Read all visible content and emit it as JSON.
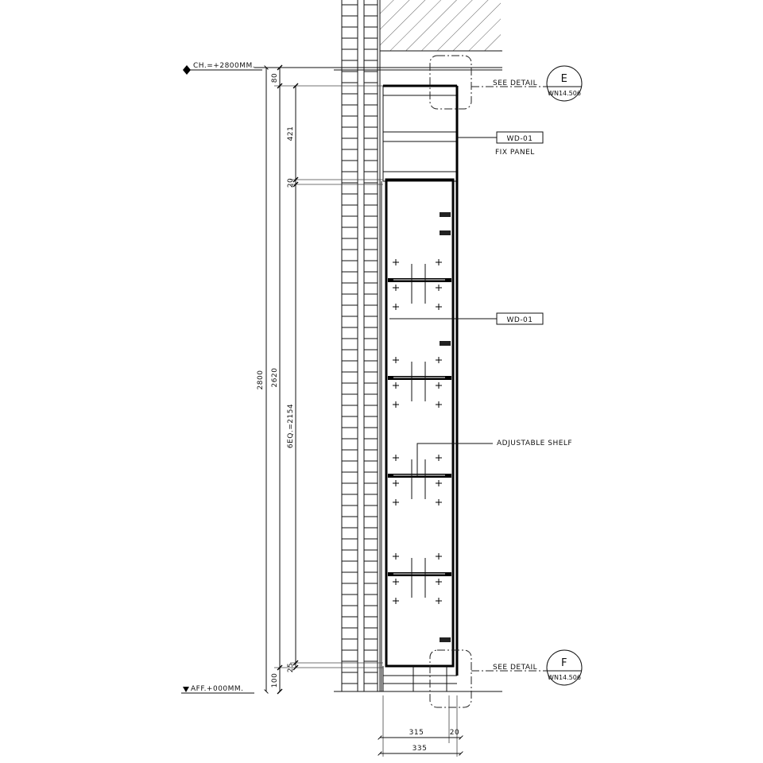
{
  "levels": {
    "ceiling": "CH.=+2800MM.",
    "floor": "AFF.+000MM."
  },
  "dimensions": {
    "overall_height": "2800",
    "top_gap": "80",
    "fix_panel": "421",
    "top_board": "20",
    "cabinet_height": "2620",
    "shelf_spacing": "6EQ.=2154",
    "bottom_board": "25",
    "plinth": "100",
    "depth_inner": "315",
    "back_panel": "20",
    "depth_total": "335"
  },
  "callouts": {
    "see_detail_label": "SEE DETAIL",
    "detail_e": {
      "letter": "E",
      "sheet": "WN14.506"
    },
    "detail_f": {
      "letter": "F",
      "sheet": "WN14.506"
    },
    "material_tag_1": "WD-01",
    "fix_panel_label": "FIX PANEL",
    "material_tag_2": "WD-01",
    "shelf_label": "ADJUSTABLE SHELF"
  }
}
